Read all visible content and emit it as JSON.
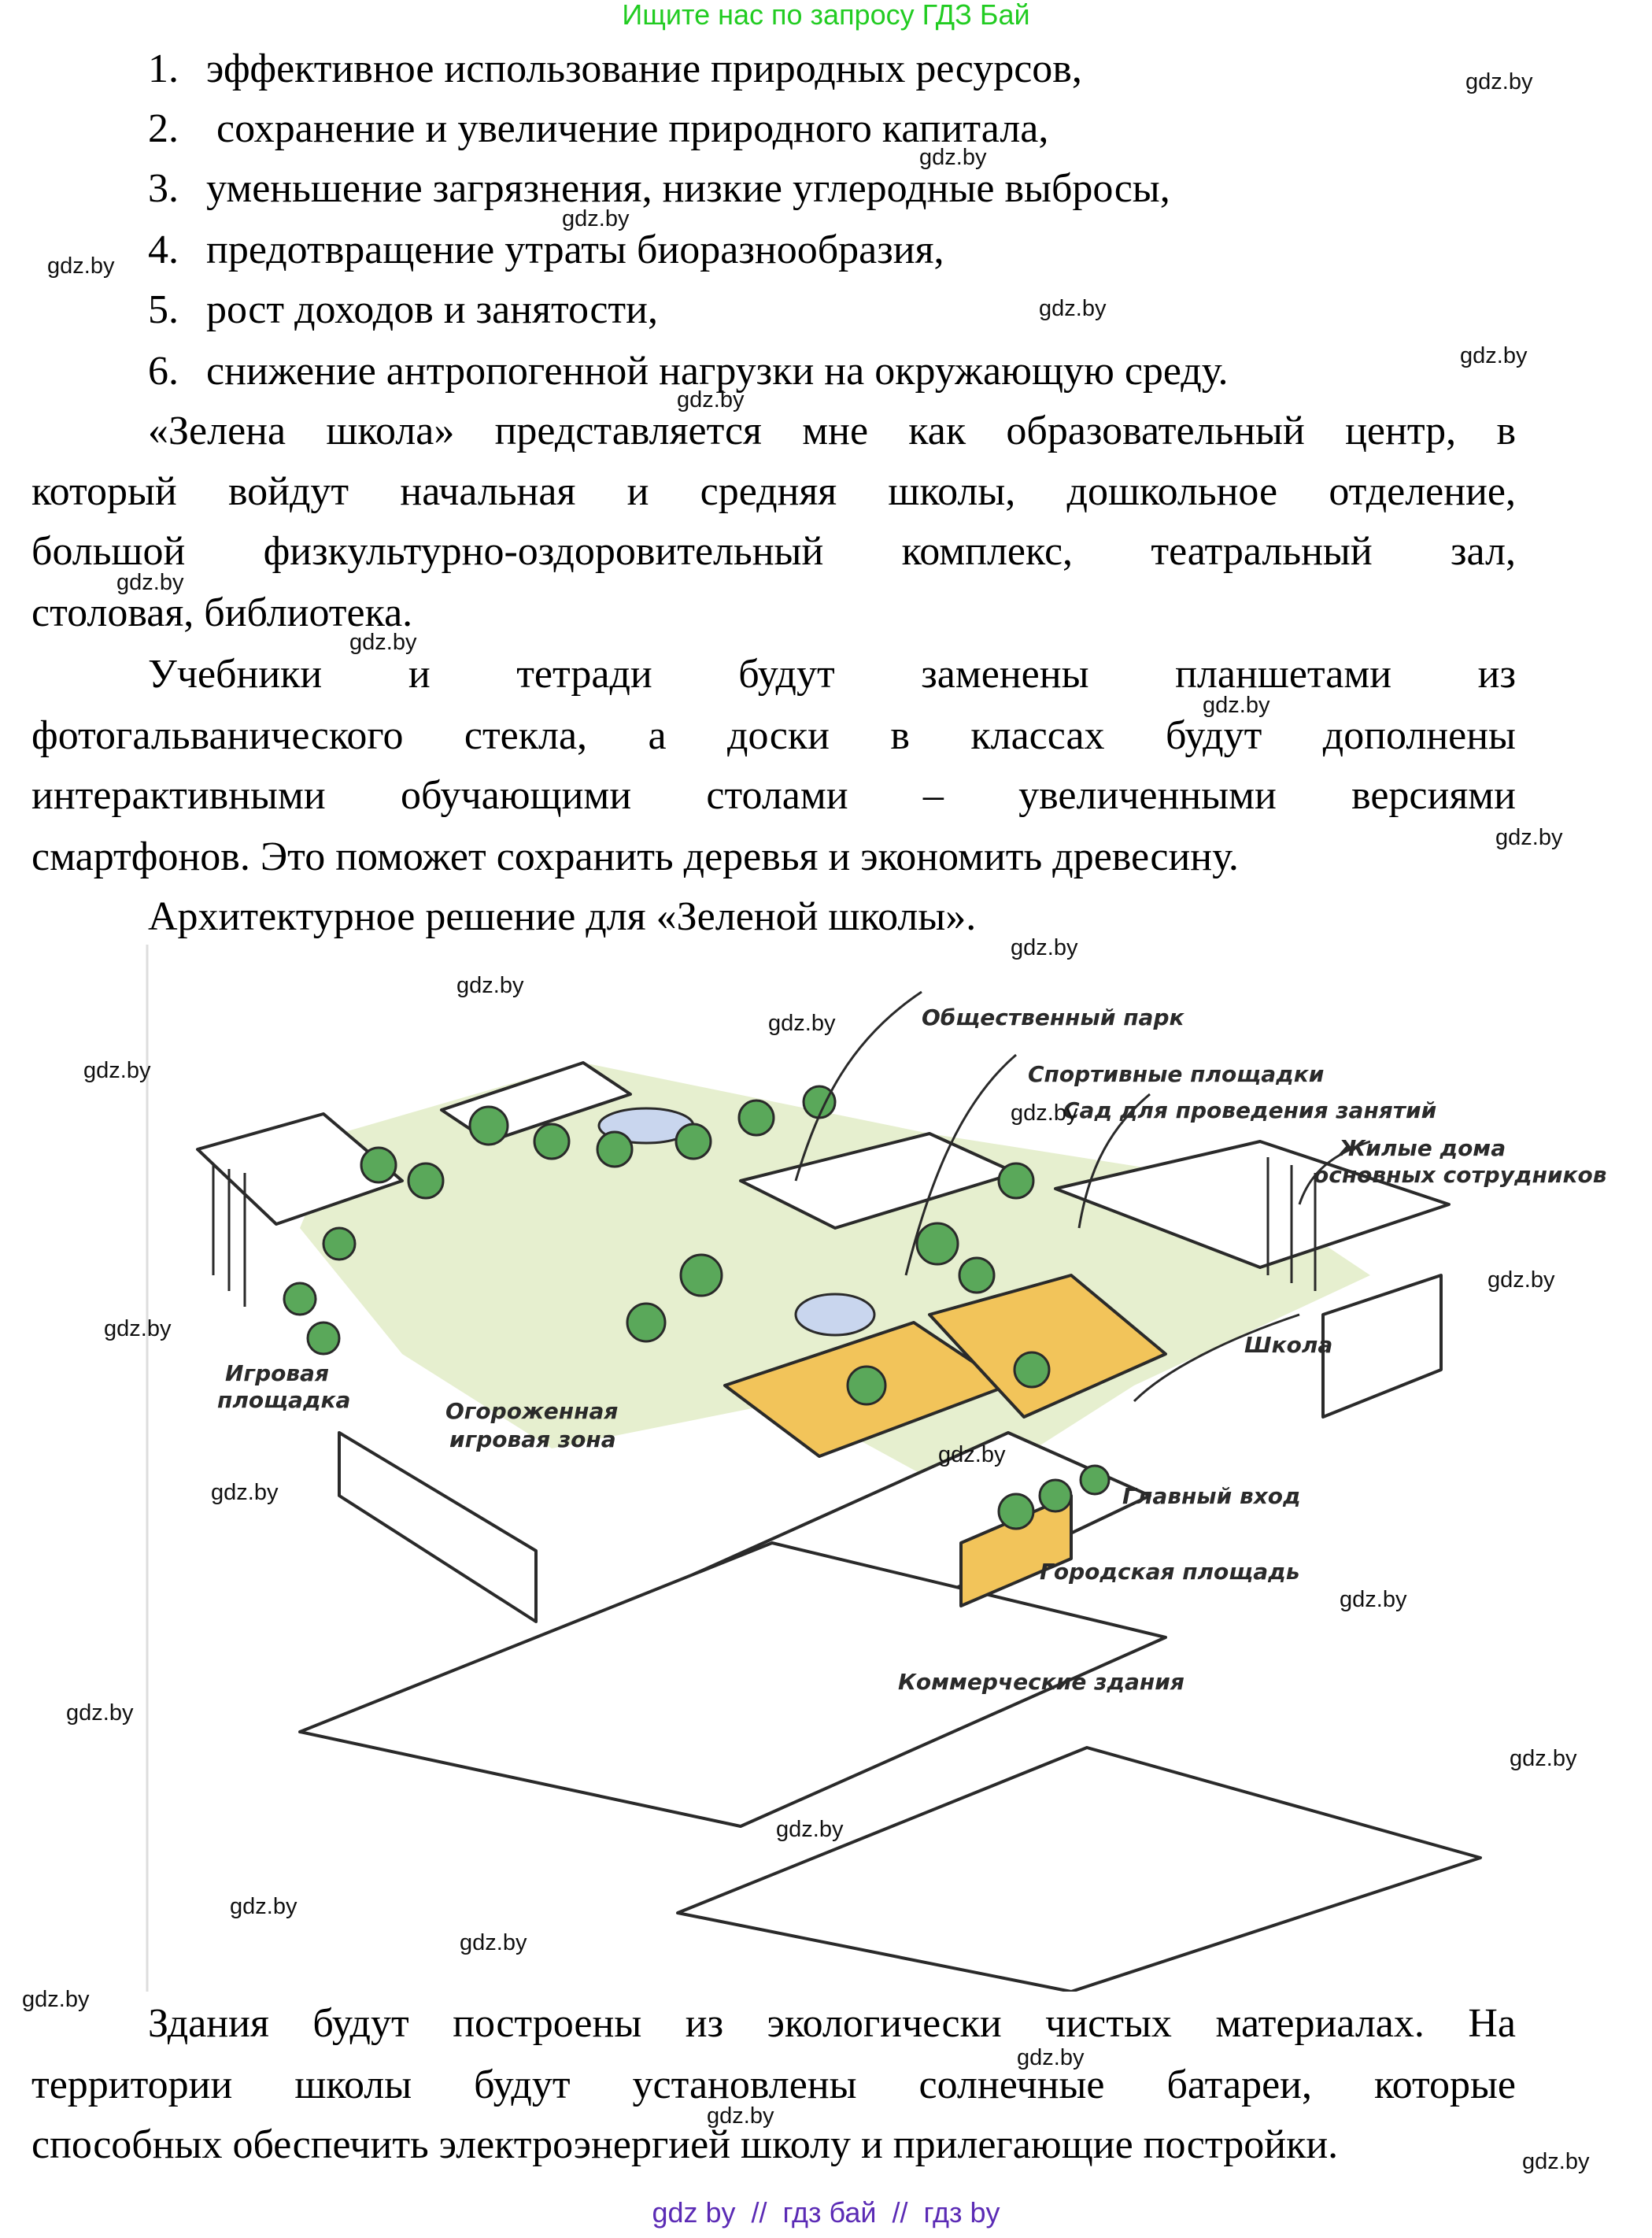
{
  "header": {
    "promo": "Ищите нас по запросу ГДЗ Бай"
  },
  "list": [
    {
      "num": "1.",
      "text": "эффективное использование природных ресурсов,"
    },
    {
      "num": "2.",
      "text": " сохранение и увеличение природного капитала,"
    },
    {
      "num": "3.",
      "text": "уменьшение загрязнения, низкие углеродные выбросы,"
    },
    {
      "num": "4.",
      "text": "предотвращение утраты биоразнообразия,"
    },
    {
      "num": "5.",
      "text": "рост доходов и занятости,"
    },
    {
      "num": "6.",
      "text": "снижение антропогенной нагрузки на окружающую среду."
    }
  ],
  "paragraphs": [
    {
      "lines": [
        "«Зелена школа» представляется мне как образовательный центр, в",
        "который войдут начальная и средняя школы, дошкольное отделение,",
        "большой физкультурно-оздоровительный комплекс, театральный зал,",
        "столовая, библиотека."
      ]
    },
    {
      "lines": [
        "Учебники и тетради будут заменены планшетами из",
        "фотогальванического стекла, а доски в классах будут дополнены",
        "интерактивными обучающими столами – увеличенными версиями",
        "смартфонов. Это поможет сохранить деревья и экономить древесину."
      ]
    },
    {
      "lines": [
        "Архитектурное решение для «Зеленой школы»."
      ]
    },
    {
      "lines": [
        "Здания будут построены из экологически чистых материалах. На",
        "территории школы будут установлены солнечные батареи, которые",
        "способных обеспечить электроэнергией школу и прилегающие постройки."
      ]
    }
  ],
  "figure": {
    "labels": {
      "public_park": "Общественный парк",
      "sports_grounds": "Спортивные площадки",
      "garden": "Сад для проведения занятий",
      "staff_housing_1": "Жилые дома",
      "staff_housing_2": "основных сотрудников",
      "school": "Школа",
      "playground_1": "Игровая",
      "playground_2": "площадка",
      "fenced_zone_1": "Огороженная",
      "fenced_zone_2": "игровая зона",
      "main_entrance": "Главный вход",
      "city_square": "Городская площадь",
      "commercial": "Коммерческие здания"
    },
    "colors": {
      "green_area": "#e6efcf",
      "trees": "#5aa85a",
      "school": "#f2c45a",
      "water": "#c9d6ee",
      "ink": "#2a2a2a"
    }
  },
  "watermark": "gdz.by",
  "footer": {
    "text": "gdz by  //  гдз бай  //  гдз by"
  }
}
